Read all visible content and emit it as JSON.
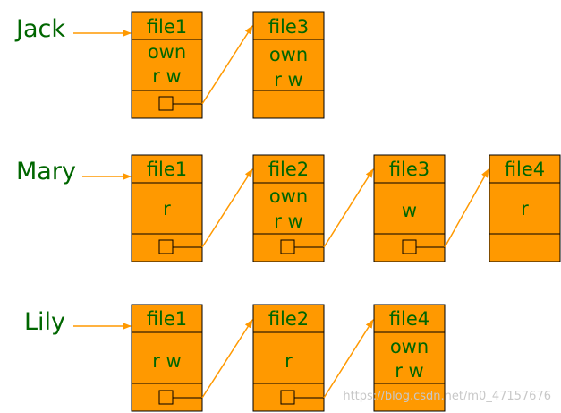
{
  "colors": {
    "block_fill": "#FF9900",
    "block_stroke": "#000000",
    "arrow": "#FF9900",
    "user_text": "#006600",
    "cell_text": "#006600",
    "watermark": "#C8C8C8"
  },
  "users": [
    {
      "name": "Jack",
      "files": [
        {
          "name": "file1",
          "rights": [
            "own",
            "r w"
          ]
        },
        {
          "name": "file3",
          "rights": [
            "own",
            "r w"
          ]
        }
      ]
    },
    {
      "name": "Mary",
      "files": [
        {
          "name": "file1",
          "rights": [
            "r"
          ]
        },
        {
          "name": "file2",
          "rights": [
            "own",
            "r w"
          ]
        },
        {
          "name": "file3",
          "rights": [
            "w"
          ]
        },
        {
          "name": "file4",
          "rights": [
            "r"
          ]
        }
      ]
    },
    {
      "name": "Lily",
      "files": [
        {
          "name": "file1",
          "rights": [
            "r w"
          ]
        },
        {
          "name": "file2",
          "rights": [
            "r"
          ]
        },
        {
          "name": "file4",
          "rights": [
            "own",
            "r w"
          ]
        }
      ]
    }
  ],
  "watermark": "https://blog.csdn.net/m0_47157676"
}
